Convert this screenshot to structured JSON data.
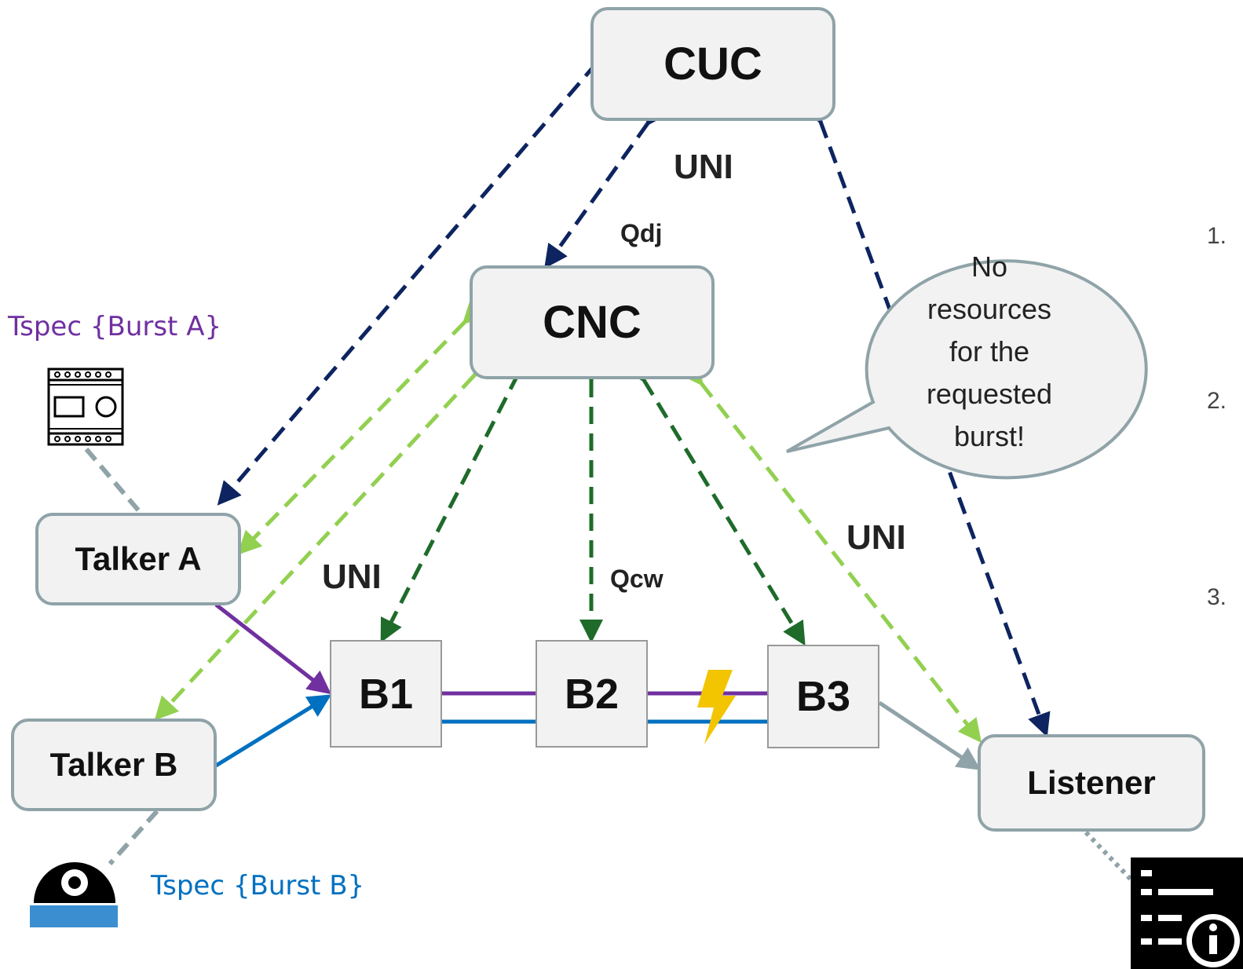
{
  "nodes": {
    "cuc": "CUC",
    "cnc": "CNC",
    "talker_a": "Talker A",
    "talker_b": "Talker B",
    "listener": "Listener",
    "b1": "B1",
    "b2": "B2",
    "b3": "B3"
  },
  "labels": {
    "uni_top": "UNI",
    "uni_left": "UNI",
    "uni_right": "UNI",
    "qdj": "Qdj",
    "qcw": "Qcw"
  },
  "tspec": {
    "a": "Tspec {Burst A}",
    "b": "Tspec {Burst B}"
  },
  "callout": {
    "lines": [
      "No",
      "resources",
      "for the",
      "requested",
      "burst!"
    ]
  },
  "side_list": [
    "1.",
    "2.",
    "3."
  ],
  "colors": {
    "dark_navy": "#0d2460",
    "dark_green": "#1e6b2a",
    "light_green": "#92d050",
    "burst_a": "#7030a0",
    "burst_b": "#0070c0",
    "grey_link": "#8fa3a8",
    "lightning": "#f2c500"
  },
  "icons": {
    "talker_a_device": "io-module-icon",
    "talker_b_device": "camera-icon",
    "listener_device": "info-display-icon",
    "fault": "lightning-icon"
  }
}
